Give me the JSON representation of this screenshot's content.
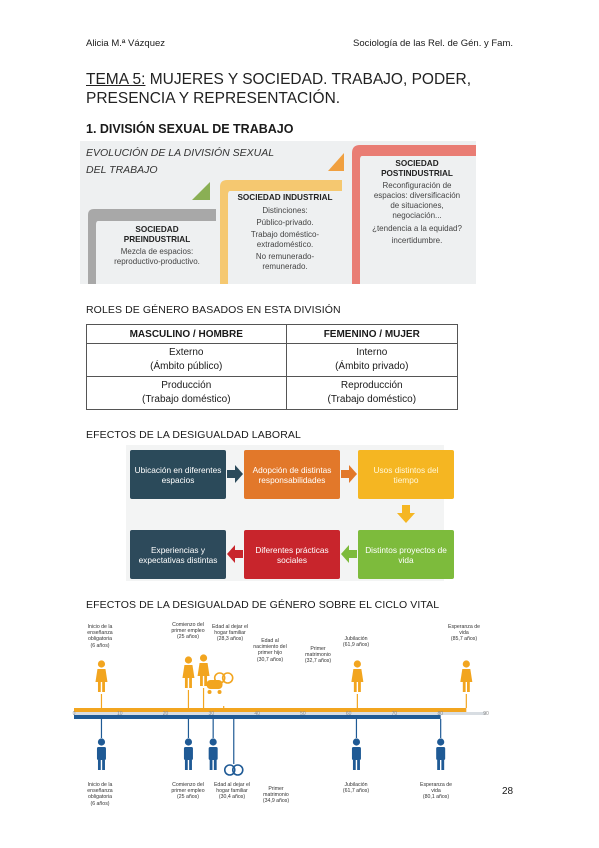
{
  "header": {
    "author": "Alicia M.ª Vázquez",
    "course": "Sociología de las Rel. de Gén. y Fam."
  },
  "title": {
    "prefix": "TEMA 5:",
    "line1": " MUJERES Y SOCIEDAD. TRABAJO, PODER,",
    "line2": "PRESENCIA Y REPRESENTACIÓN."
  },
  "section1": "1.  DIVISIÓN SEXUAL DE TRABAJO",
  "evolution": {
    "caption_line1": "EVOLUCIÓN DE LA DIVISIÓN SEXUAL",
    "caption_line2": "DEL TRABAJO",
    "stages": [
      {
        "name1": "SOCIEDAD",
        "name2": "PREINDUSTRIAL",
        "desc1": "Mezcla de espacios:",
        "desc2": "reproductivo-productivo.",
        "color": "#9e9e9e"
      },
      {
        "name1": "SOCIEDAD INDUSTRIAL",
        "d1": "Distinciones:",
        "d2": "Público-privado.",
        "d3": "Trabajo doméstico-",
        "d4": "extradoméstico.",
        "d5": "No remunerado-",
        "d6": "remunerado.",
        "color": "#f5c66b"
      },
      {
        "name1": "SOCIEDAD",
        "name2": "POSTINDUSTRIAL",
        "d1": "Reconfiguración de",
        "d2": "espacios: diversificación",
        "d3": "de situaciones,",
        "d4": "negociación...",
        "d5": "¿tendencia a la equidad?",
        "d6": "incertidumbre.",
        "color": "#e8756a"
      }
    ]
  },
  "roles": {
    "title": "ROLES DE GÉNERO BASADOS EN ESTA DIVISIÓN",
    "headers": [
      "MASCULINO / HOMBRE",
      "FEMENINO / MUJER"
    ],
    "rows": [
      {
        "m1": "Externo",
        "m2": "(Ámbito público)",
        "f1": "Interno",
        "f2": "(Ámbito privado)"
      },
      {
        "m1": "Producción",
        "m2": "(Trabajo doméstico)",
        "f1": "Reproducción",
        "f2": "(Trabajo doméstico)"
      }
    ]
  },
  "effects_work": {
    "title": "EFECTOS DE LA DESIGUALDAD LABORAL",
    "boxes": [
      {
        "text": "Ubicación en diferentes espacios",
        "color": "#2b4a5a"
      },
      {
        "text": "Adopción de distintas responsabilidades",
        "color": "#e2782a"
      },
      {
        "text": "Usos distintos del tiempo",
        "color": "#f5b622"
      },
      {
        "text": "Distintos proyectos de vida",
        "color": "#7dbb3c"
      },
      {
        "text": "Diferentes prácticas sociales",
        "color": "#c8252c"
      },
      {
        "text": "Experiencias y expectativas distintas",
        "color": "#2d4a5b"
      }
    ]
  },
  "life_cycle": {
    "title": "EFECTOS DE LA DESIGUALDAD DE GÉNERO SOBRE EL CICLO VITAL",
    "axis": {
      "min": 0,
      "max": 90
    },
    "ticks": [
      "0",
      "10",
      "20",
      "30",
      "40",
      "50",
      "60",
      "70",
      "80",
      "90"
    ],
    "female": [
      {
        "l1": "Inicio de la",
        "l2": "enseñanza",
        "l3": "obligatoria",
        "l4": "(6 años)",
        "age": 6
      },
      {
        "l1": "Comienzo del",
        "l2": "primer empleo",
        "l3": "(25 años)",
        "age": 25
      },
      {
        "l1": "Edad al dejar el",
        "l2": "hogar familiar",
        "l3": "(28,3 años)",
        "age": 28.3
      },
      {
        "l1": "Edad al",
        "l2": "nacimiento del",
        "l3": "primer hijo",
        "l4": "(30,7 años)",
        "age": 30.7
      },
      {
        "l1": "Primer",
        "l2": "matrimonio",
        "l3": "(32,7 años)",
        "age": 32.7
      },
      {
        "l1": "Jubilación",
        "l2": "(61,9 años)",
        "age": 61.9
      },
      {
        "l1": "Esperanza de",
        "l2": "vida",
        "l3": "(85,7 años)",
        "age": 85.7
      }
    ],
    "male": [
      {
        "l1": "Inicio de la",
        "l2": "enseñanza",
        "l3": "obligatoria",
        "l4": "(6 años)",
        "age": 6
      },
      {
        "l1": "Comienzo del",
        "l2": "primer empleo",
        "l3": "(25 años)",
        "age": 25
      },
      {
        "l1": "Edad al dejar el",
        "l2": "hogar familiar",
        "l3": "(30,4 años)",
        "age": 30.4
      },
      {
        "l1": "Primer",
        "l2": "matrimonio",
        "l3": "(34,9 años)",
        "age": 34.9
      },
      {
        "l1": "Jubilación",
        "l2": "(61,7 años)",
        "age": 61.7
      },
      {
        "l1": "Esperanza de",
        "l2": "vida",
        "l3": "(80,1 años)",
        "age": 80.1
      }
    ],
    "female_color": "#f2a51f",
    "male_color": "#1f5a95"
  },
  "page_number": "28"
}
